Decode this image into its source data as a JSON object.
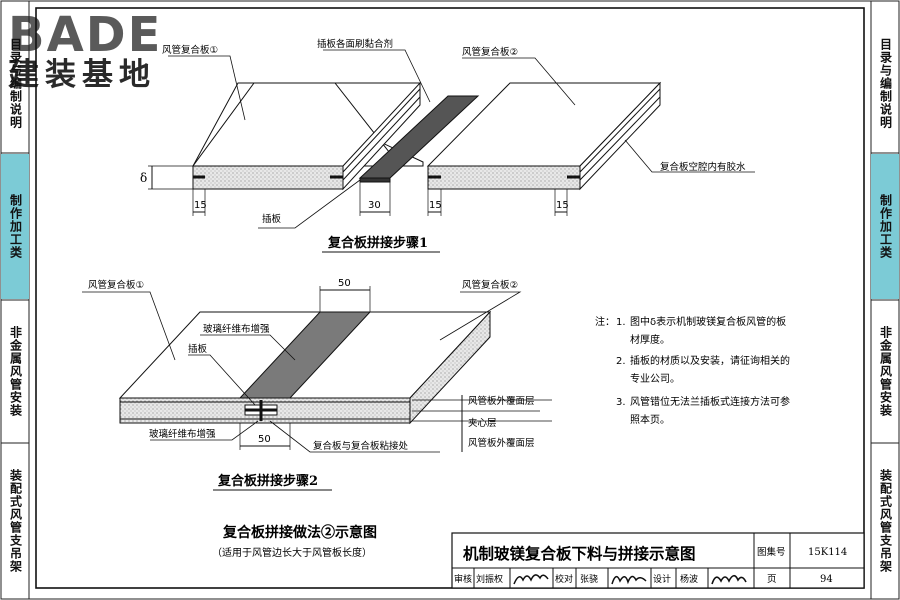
{
  "logo": {
    "brand": "BADE",
    "subtitle": "建装基地"
  },
  "left_tabs": [
    {
      "label": "目录与编制说明",
      "active": false
    },
    {
      "label": "制作加工类",
      "active": true
    },
    {
      "label": "非金属风管安装",
      "active": false
    },
    {
      "label": "装配式风管支吊架",
      "active": false
    }
  ],
  "right_tabs": [
    {
      "label": "目录与编制说明",
      "active": false
    },
    {
      "label": "制作加工类",
      "active": true
    },
    {
      "label": "非金属风管安装",
      "active": false
    },
    {
      "label": "装配式风管支吊架",
      "active": false
    }
  ],
  "diagram1": {
    "label_panel1": "风管复合板①",
    "label_glue": "插板各面刷黏合剂",
    "label_panel2": "风管复合板②",
    "label_cavity": "复合板空腔内有胶水",
    "label_insert": "插板",
    "dim_delta": "δ",
    "dim_15_left": "15",
    "dim_30": "30",
    "dim_15_mid": "15",
    "dim_15_right": "15",
    "caption": "复合板拼接步骤1"
  },
  "diagram2": {
    "label_panel1": "风管复合板①",
    "label_panel2": "风管复合板②",
    "dim_50_top": "50",
    "label_fiber_top": "玻璃纤维布增强",
    "label_insert": "插板",
    "label_fiber_bottom": "玻璃纤维布增强",
    "dim_50_bottom": "50",
    "label_joint": "复合板与复合板粘接处",
    "label_outer_top": "风管板外覆面层",
    "label_core": "夹心层",
    "label_outer_bottom": "风管板外覆面层",
    "caption": "复合板拼接步骤2"
  },
  "notes": {
    "prefix": "注：",
    "items": [
      {
        "num": "1.",
        "lines": [
          "图中δ表示机制玻镁复合板风管的板",
          "材厚度。"
        ]
      },
      {
        "num": "2.",
        "lines": [
          "插板的材质以及安装，请征询相关的",
          "专业公司。"
        ]
      },
      {
        "num": "3.",
        "lines": [
          "风管错位无法兰插板式连接方法可参",
          "照本页。"
        ]
      }
    ]
  },
  "bottom_caption": {
    "title": "复合板拼接做法②示意图",
    "subtitle": "（适用于风管边长大于风管板长度）"
  },
  "title_block": {
    "title": "机制玻镁复合板下料与拼接示意图",
    "atlas_label": "图集号",
    "atlas_no": "15K114",
    "page_label": "页",
    "page_no": "94",
    "review_label": "审核",
    "review_name": "刘振权",
    "proof_label": "校对",
    "proof_name": "张骁",
    "design_label": "设计",
    "design_name": "杨波"
  }
}
